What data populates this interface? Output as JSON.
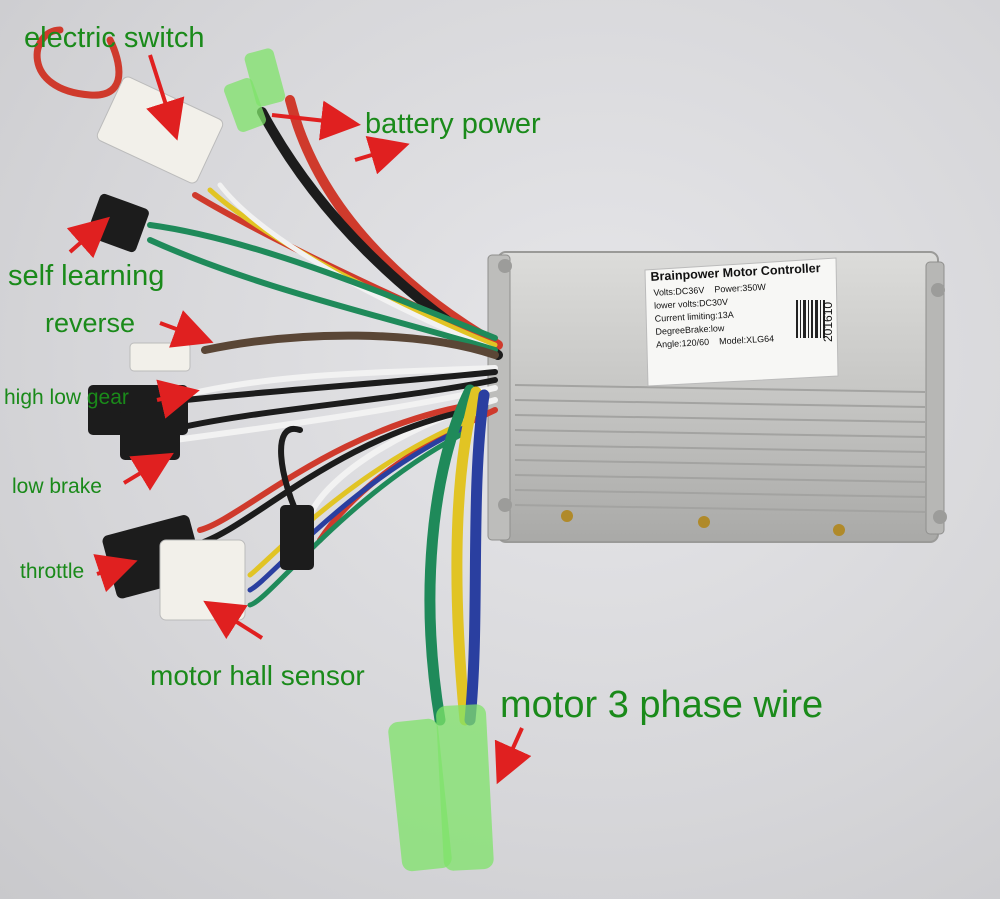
{
  "callouts": {
    "electric_switch": "electric switch",
    "battery_power": "battery power",
    "self_learning": "self learning",
    "reverse": "reverse",
    "high_low_gear": "high low gear",
    "low_brake": "low brake",
    "throttle": "throttle",
    "motor_hall_sensor": "motor hall sensor",
    "motor_3_phase_wire": "motor 3 phase wire"
  },
  "controller_label": {
    "title": "Brainpower Motor Controller",
    "volts": "Volts:DC36V",
    "power": "Power:350W",
    "lower_volts": "lower volts:DC30V",
    "current_limiting": "Current limiting:13A",
    "degree_brake": "DegreeBrake:low",
    "angle": "Angle:120/60",
    "model": "Model:XLG64",
    "date_code": "201610"
  },
  "colors": {
    "callout_text": "#1a8a1a",
    "arrow": "#e02020",
    "casing": "#c8c8c6",
    "wire_red": "#cf3a2c",
    "wire_black": "#1c1c1c",
    "wire_green": "#1f8a5a",
    "wire_blue": "#2a3fa0",
    "wire_yellow": "#e1c424",
    "wire_white": "#f2f2f2",
    "wire_brown": "#5a4636",
    "connector_clear_green": "#7fe36a"
  }
}
